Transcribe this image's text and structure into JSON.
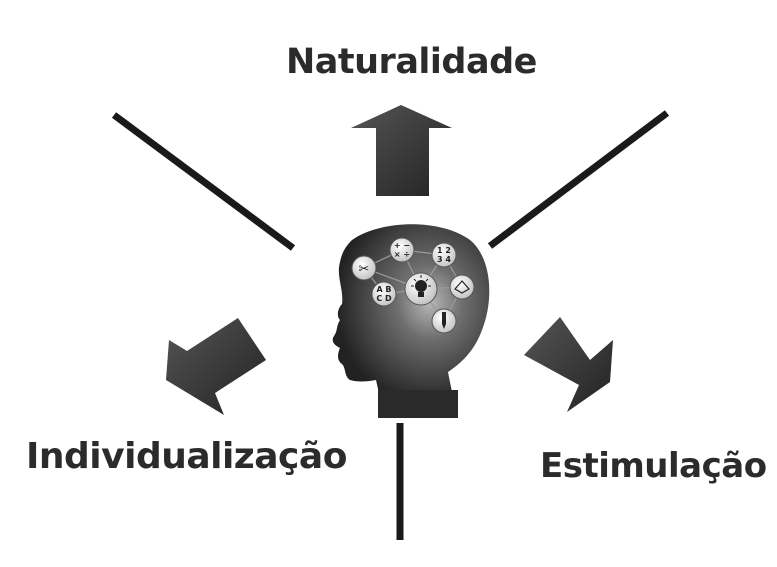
{
  "labels": {
    "top": "Naturalidade",
    "left": "Individualização",
    "right": "Estimulação"
  },
  "icons": [
    "scissors-icon",
    "math-operators-icon",
    "numbers-icon",
    "letters-icon",
    "lightbulb-icon",
    "shape-icon",
    "pencil-icon"
  ],
  "colors": {
    "ink": "#2b2b2b",
    "head": "#3a3a3a",
    "background": "#ffffff"
  }
}
